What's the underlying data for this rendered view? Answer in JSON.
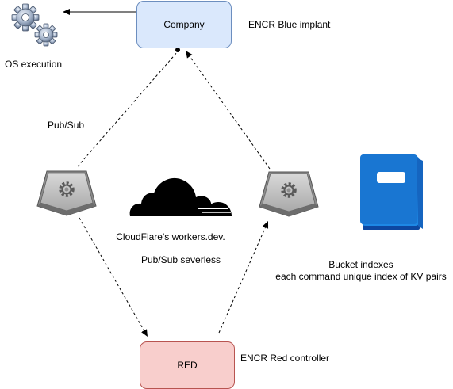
{
  "nodes": {
    "company": "Company",
    "red": "RED"
  },
  "labels": {
    "encr_blue": "ENCR Blue implant",
    "os_execution": "OS execution",
    "pubsub": "Pub/Sub",
    "cloudflare": "CloudFlare's workers.dev.",
    "pubsub_serverless": "Pub/Sub severless",
    "bucket_line1": "Bucket indexes",
    "bucket_line2": "each command unique index of KV pairs",
    "encr_red": "ENCR Red controller"
  },
  "icons": {
    "gears": "gears-icon",
    "router_left": "router-icon",
    "router_right": "router-icon",
    "cloud": "cloudflare-cloud-icon",
    "book": "book-icon"
  },
  "colors": {
    "company_fill": "#dae8fc",
    "company_stroke": "#6c8ebf",
    "red_fill": "#f8cecc",
    "red_stroke": "#b85450",
    "book_blue": "#1565c0"
  }
}
